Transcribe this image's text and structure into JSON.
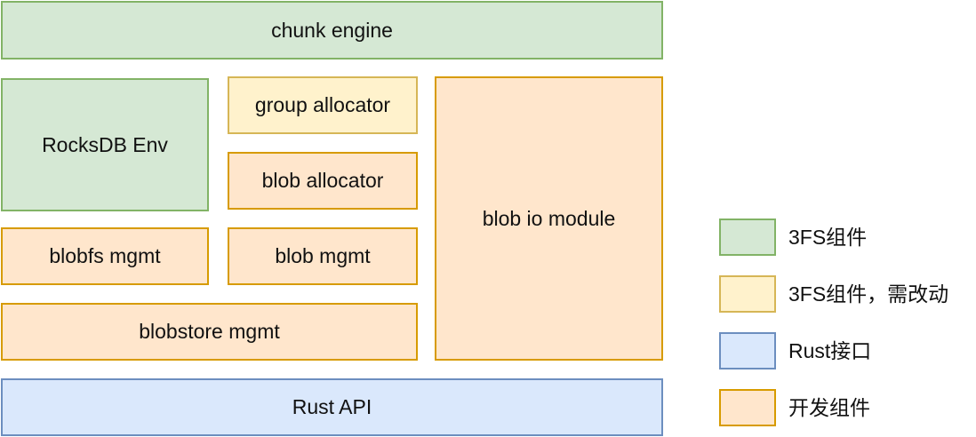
{
  "blocks": {
    "chunk_engine": "chunk engine",
    "rocksdb_env": "RocksDB Env",
    "group_allocator": "group allocator",
    "blob_allocator": "blob allocator",
    "blob_io_module": "blob io module",
    "blobfs_mgmt": "blobfs mgmt",
    "blob_mgmt": "blob mgmt",
    "blobstore_mgmt": "blobstore mgmt",
    "rust_api": "Rust API"
  },
  "legend": {
    "items": [
      {
        "label": "3FS组件",
        "color": "#d5e8d4",
        "border": "#82b366"
      },
      {
        "label": "3FS组件，需改动",
        "color": "#fff2cc",
        "border": "#d6b656"
      },
      {
        "label": "Rust接口",
        "color": "#dae8fc",
        "border": "#6c8ebf"
      },
      {
        "label": "开发组件",
        "color": "#ffe6cc",
        "border": "#d79b00"
      }
    ]
  }
}
